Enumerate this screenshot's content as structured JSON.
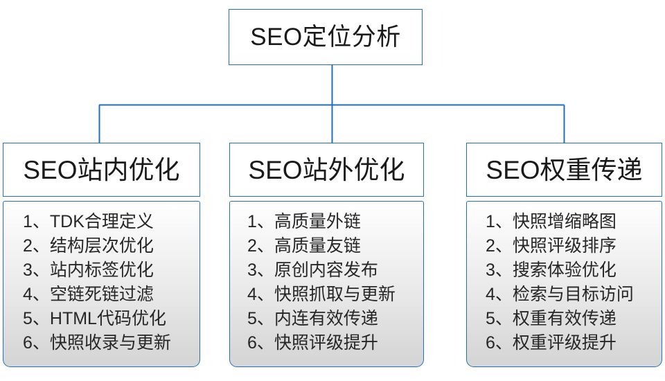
{
  "diagram": {
    "type": "org-chart",
    "accent_color": "#1f6fc4",
    "text_color": "#1a1a1a",
    "body_gradient_top": "#ffffff",
    "body_gradient_bottom": "#d5d5d5",
    "root": {
      "title": "SEO定位分析"
    },
    "branches": [
      {
        "title": "SEO站内优化",
        "items": [
          "1、TDK合理定义",
          "2、结构层次优化",
          "3、站内标签优化",
          "4、空链死链过滤",
          "5、HTML代码优化",
          "6、快照收录与更新"
        ]
      },
      {
        "title": "SEO站外优化",
        "items": [
          "1、高质量外链",
          "2、高质量友链",
          "3、原创内容发布",
          "4、快照抓取与更新",
          "5、内连有效传递",
          "6、快照评级提升"
        ]
      },
      {
        "title": "SEO权重传递",
        "items": [
          "1、快照增缩略图",
          "2、快照评级排序",
          "3、搜索体验优化",
          "4、检索与目标访问",
          "5、权重有效传递",
          "6、权重评级提升"
        ]
      }
    ]
  }
}
